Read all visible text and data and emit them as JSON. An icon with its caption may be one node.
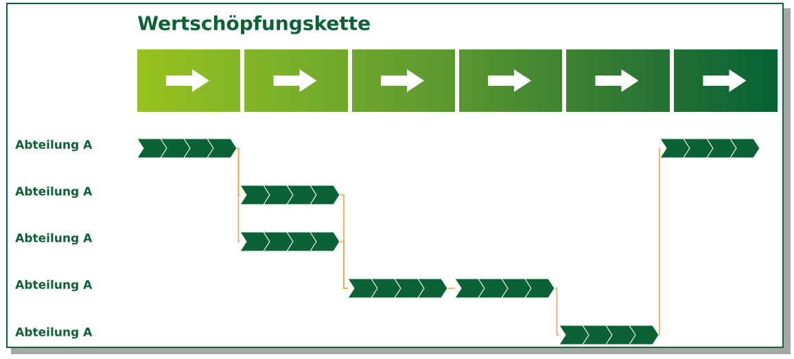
{
  "diagram": {
    "title": "Wertschöpfungskette",
    "nodes": [
      {
        "text": [],
        "shape": "box"
      },
      {
        "text": [],
        "shape": "box"
      },
      {
        "text": [],
        "shape": "box"
      },
      {
        "text": [],
        "shape": "box"
      },
      {
        "text": [],
        "shape": "box"
      },
      {
        "text": [],
        "shape": "box"
      },
      {
        "text": [],
        "shape": "bar"
      },
      {
        "text": [],
        "shape": "bar"
      },
      {
        "text": [],
        "shape": "bar"
      },
      {
        "text": [],
        "shape": "bar"
      },
      {
        "text": [],
        "shape": "bar"
      },
      {
        "text": [],
        "shape": "bar"
      },
      {
        "text": [],
        "shape": "bar"
      }
    ],
    "edges": [
      {
        "from": 6,
        "to": 7,
        "arrow": "none"
      },
      {
        "from": 6,
        "to": 8,
        "arrow": "none"
      },
      {
        "from": 7,
        "to": 9,
        "arrow": "none"
      },
      {
        "from": 8,
        "to": 9,
        "arrow": "none"
      },
      {
        "from": 9,
        "to": 10,
        "arrow": "none"
      },
      {
        "from": 10,
        "to": 11,
        "arrow": "none"
      },
      {
        "from": 11,
        "to": 12,
        "arrow": "none"
      }
    ],
    "labels": [
      "Abteilung A",
      "Abteilung A",
      "Abteilung A",
      "Abteilung A",
      "Abteilung A"
    ]
  }
}
